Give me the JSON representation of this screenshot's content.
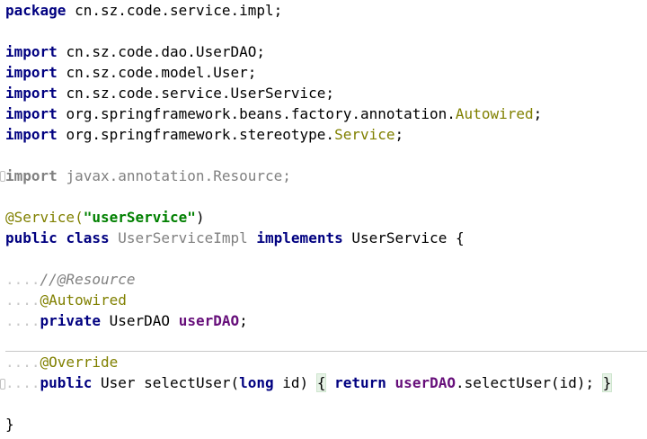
{
  "code": {
    "line1": {
      "k": "package",
      "s1": " ",
      "rest": "cn.sz.code.service.impl;"
    },
    "line3": {
      "k": "import",
      "s1": " ",
      "rest": "cn.sz.code.dao.UserDAO;"
    },
    "line4": {
      "k": "import",
      "s1": " ",
      "rest": "cn.sz.code.model.User;"
    },
    "line5": {
      "k": "import",
      "s1": " ",
      "rest": "cn.sz.code.service.UserService;"
    },
    "line6": {
      "k": "import",
      "s1": " ",
      "pre": "org.springframework.beans.factory.annotation.",
      "ann": "Autowired",
      "post": ";"
    },
    "line7": {
      "k": "import",
      "s1": " ",
      "pre": "org.springframework.stereotype.",
      "ann": "Service",
      "post": ";"
    },
    "line9": {
      "k": "import",
      "s1": " ",
      "rest": "javax.annotation.Resource;"
    },
    "line11": {
      "ann": "@Service(",
      "str": "\"userService\"",
      "post": ")"
    },
    "line12": {
      "k1": "public",
      "s1": " ",
      "k2": "class",
      "s2": " ",
      "cls": "UserServiceImpl",
      "s3": " ",
      "k3": "implements",
      "s4": " ",
      "iface": "UserService",
      "s5": " ",
      "post": "{"
    },
    "line14": {
      "ws": "....",
      "cmt": "//@Resource"
    },
    "line15": {
      "ws": "....",
      "ann": "@Autowired"
    },
    "line16": {
      "ws": "....",
      "k": "private",
      "s1": " ",
      "type": "UserDAO",
      "s2": " ",
      "field": "userDAO",
      "post": ";"
    },
    "line18": {
      "ws": "....",
      "ann": "@Override"
    },
    "line19": {
      "ws": "....",
      "k1": "public",
      "s1": " ",
      "type": "User",
      "s2": " ",
      "mid": "selectUser(",
      "k2": "long",
      "s3": " ",
      "param": "id)",
      "s4": " ",
      "ob": "{",
      "s5": " ",
      "k3": "return",
      "s6": " ",
      "field": "userDAO",
      "call": ".selectUser(id);",
      "s7": " ",
      "cb": "}"
    },
    "line21": {
      "post": "}"
    }
  },
  "colors": {
    "keyword": "#000080",
    "annotation": "#808000",
    "string": "#008000",
    "field": "#660E7A",
    "comment": "#808080",
    "whitespace_dot": "#c8c8c8"
  }
}
